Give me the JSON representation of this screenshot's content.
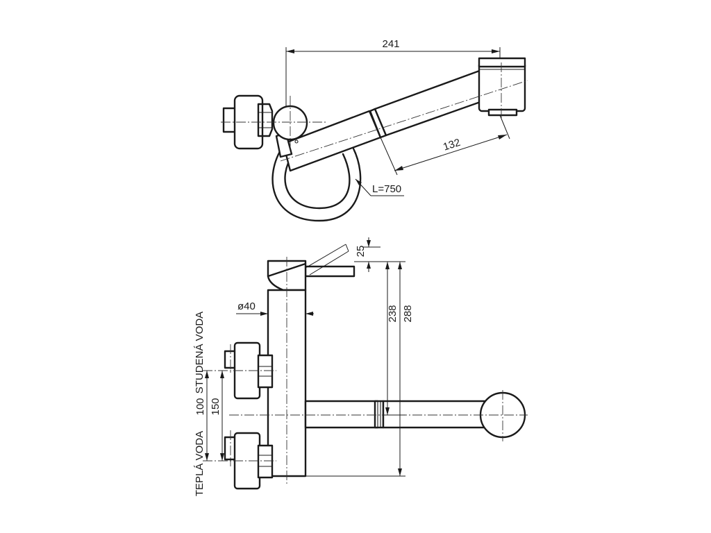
{
  "top_view": {
    "dim_width": "241",
    "dim_spout_extension": "132",
    "hose_length": "L=750"
  },
  "side_view": {
    "dim_lever_angle": "25",
    "dim_body_diameter": "ø40",
    "dim_height_inner": "238",
    "dim_height_total": "288",
    "dim_spacing_100": "100",
    "dim_spacing_150": "150",
    "label_cold_water": "STUDENÁ VODA",
    "label_hot_water": "TEPLÁ VODA"
  }
}
